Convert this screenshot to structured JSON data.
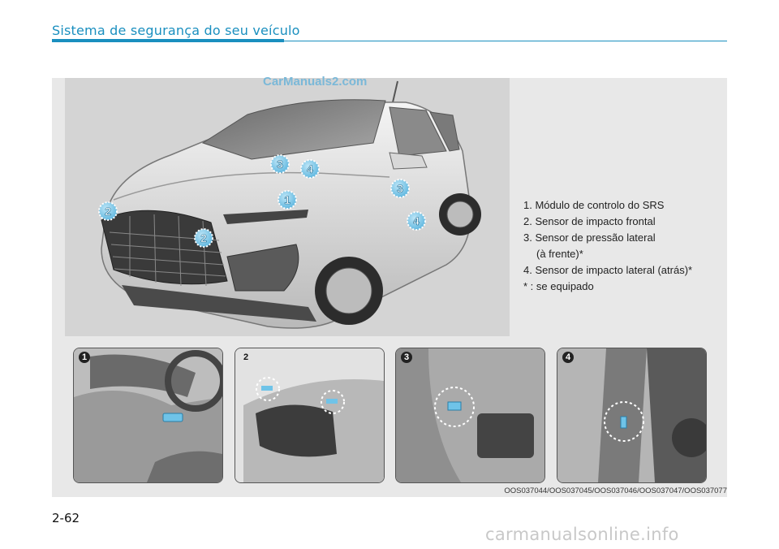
{
  "header": {
    "title": "Sistema de segurança do seu veículo",
    "accent_color": "#1a8fbf"
  },
  "watermark_top": "CarManuals2.com",
  "illustration": {
    "badges": [
      "1",
      "2",
      "2",
      "3",
      "3",
      "4",
      "4"
    ]
  },
  "legend": {
    "items": [
      "1. Módulo de controlo do SRS",
      "2. Sensor de impacto frontal",
      "3. Sensor de pressão lateral",
      "(à frente)*",
      "4. Sensor de impacto lateral (atrás)*",
      "* : se equipado"
    ]
  },
  "thumbnails": [
    {
      "number": "1"
    },
    {
      "number": "2"
    },
    {
      "number": "3"
    },
    {
      "number": "4"
    }
  ],
  "caption": "OOS037044/OOS037045/OOS037046/OOS037047/OOS037077",
  "page_number": "2-62",
  "watermark_bottom": "carmanualsonline.info"
}
